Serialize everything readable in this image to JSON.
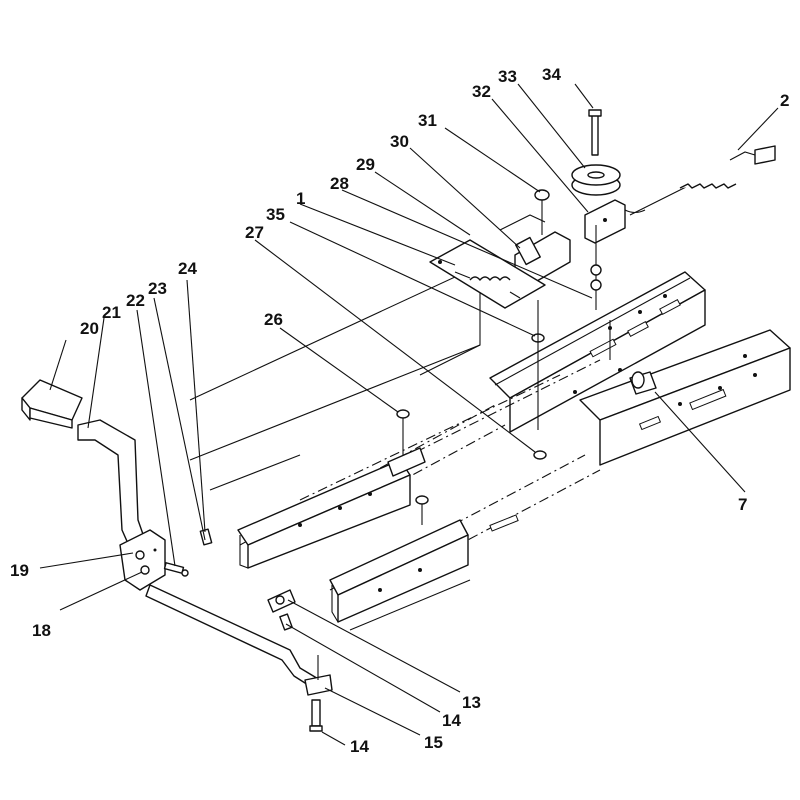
{
  "callouts": [
    {
      "id": "c-34",
      "label": "34"
    },
    {
      "id": "c-33",
      "label": "33"
    },
    {
      "id": "c-32",
      "label": "32"
    },
    {
      "id": "c-2",
      "label": "2"
    },
    {
      "id": "c-31",
      "label": "31"
    },
    {
      "id": "c-30",
      "label": "30"
    },
    {
      "id": "c-29",
      "label": "29"
    },
    {
      "id": "c-28",
      "label": "28"
    },
    {
      "id": "c-1",
      "label": "1"
    },
    {
      "id": "c-35",
      "label": "35"
    },
    {
      "id": "c-27",
      "label": "27"
    },
    {
      "id": "c-24",
      "label": "24"
    },
    {
      "id": "c-23",
      "label": "23"
    },
    {
      "id": "c-22",
      "label": "22"
    },
    {
      "id": "c-21",
      "label": "21"
    },
    {
      "id": "c-20",
      "label": "20"
    },
    {
      "id": "c-26",
      "label": "26"
    },
    {
      "id": "c-7",
      "label": "7"
    },
    {
      "id": "c-19",
      "label": "19"
    },
    {
      "id": "c-18",
      "label": "18"
    },
    {
      "id": "c-13",
      "label": "13"
    },
    {
      "id": "c-14a",
      "label": "14"
    },
    {
      "id": "c-15",
      "label": "15"
    },
    {
      "id": "c-14b",
      "label": "14"
    }
  ]
}
